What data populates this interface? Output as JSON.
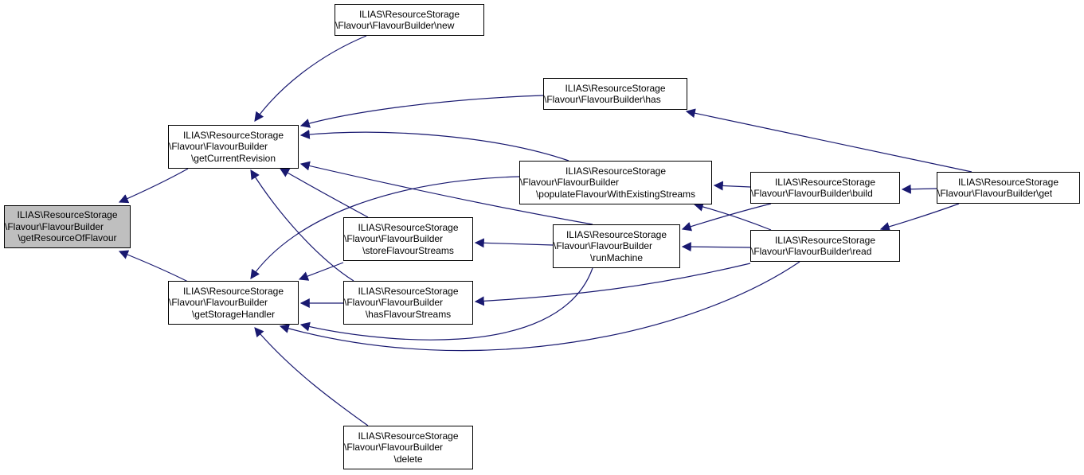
{
  "graph": {
    "edge_color": "#191970",
    "focus_fill": "#bfbfbf",
    "nodes": {
      "getResourceOfFlavour": [
        "ILIAS\\ResourceStorage",
        "\\Flavour\\FlavourBuilder",
        "\\getResourceOfFlavour"
      ],
      "getCurrentRevision": [
        "ILIAS\\ResourceStorage",
        "\\Flavour\\FlavourBuilder",
        "\\getCurrentRevision"
      ],
      "getStorageHandler": [
        "ILIAS\\ResourceStorage",
        "\\Flavour\\FlavourBuilder",
        "\\getStorageHandler"
      ],
      "new": [
        "ILIAS\\ResourceStorage",
        "\\Flavour\\FlavourBuilder\\new"
      ],
      "has": [
        "ILIAS\\ResourceStorage",
        "\\Flavour\\FlavourBuilder\\has"
      ],
      "populateFlavourWithExistingStreams": [
        "ILIAS\\ResourceStorage",
        "\\Flavour\\FlavourBuilder",
        "\\populateFlavourWithExistingStreams"
      ],
      "storeFlavourStreams": [
        "ILIAS\\ResourceStorage",
        "\\Flavour\\FlavourBuilder",
        "\\storeFlavourStreams"
      ],
      "hasFlavourStreams": [
        "ILIAS\\ResourceStorage",
        "\\Flavour\\FlavourBuilder",
        "\\hasFlavourStreams"
      ],
      "delete": [
        "ILIAS\\ResourceStorage",
        "\\Flavour\\FlavourBuilder",
        "\\delete"
      ],
      "runMachine": [
        "ILIAS\\ResourceStorage",
        "\\Flavour\\FlavourBuilder",
        "\\runMachine"
      ],
      "build": [
        "ILIAS\\ResourceStorage",
        "\\Flavour\\FlavourBuilder\\build"
      ],
      "read": [
        "ILIAS\\ResourceStorage",
        "\\Flavour\\FlavourBuilder\\read"
      ],
      "get": [
        "ILIAS\\ResourceStorage",
        "\\Flavour\\FlavourBuilder\\get"
      ]
    },
    "edges": [
      {
        "from": "getCurrentRevision",
        "to": "getResourceOfFlavour"
      },
      {
        "from": "getStorageHandler",
        "to": "getResourceOfFlavour"
      },
      {
        "from": "new",
        "to": "getCurrentRevision"
      },
      {
        "from": "has",
        "to": "getCurrentRevision"
      },
      {
        "from": "populateFlavourWithExistingStreams",
        "to": "getCurrentRevision"
      },
      {
        "from": "storeFlavourStreams",
        "to": "getCurrentRevision"
      },
      {
        "from": "hasFlavourStreams",
        "to": "getCurrentRevision"
      },
      {
        "from": "runMachine",
        "to": "getCurrentRevision"
      },
      {
        "from": "populateFlavourWithExistingStreams",
        "to": "getStorageHandler"
      },
      {
        "from": "storeFlavourStreams",
        "to": "getStorageHandler"
      },
      {
        "from": "hasFlavourStreams",
        "to": "getStorageHandler"
      },
      {
        "from": "runMachine",
        "to": "getStorageHandler"
      },
      {
        "from": "read",
        "to": "getStorageHandler"
      },
      {
        "from": "delete",
        "to": "getStorageHandler"
      },
      {
        "from": "runMachine",
        "to": "storeFlavourStreams"
      },
      {
        "from": "read",
        "to": "hasFlavourStreams"
      },
      {
        "from": "build",
        "to": "populateFlavourWithExistingStreams"
      },
      {
        "from": "read",
        "to": "populateFlavourWithExistingStreams"
      },
      {
        "from": "build",
        "to": "runMachine"
      },
      {
        "from": "read",
        "to": "runMachine"
      },
      {
        "from": "get",
        "to": "has"
      },
      {
        "from": "get",
        "to": "build"
      },
      {
        "from": "get",
        "to": "read"
      }
    ]
  }
}
